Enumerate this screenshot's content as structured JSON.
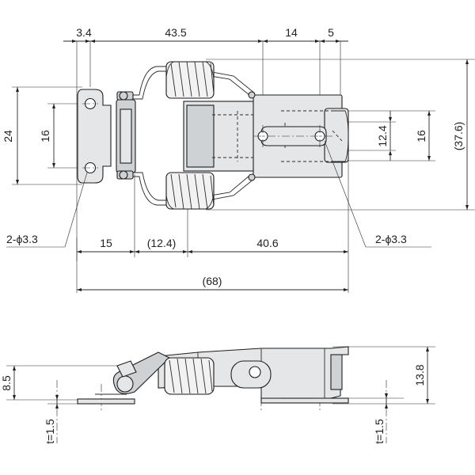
{
  "dimensions": {
    "top_dim_1": "3.4",
    "top_dim_2": "43.5",
    "top_dim_3": "14",
    "top_dim_4": "5",
    "left_height": "24",
    "left_hole_spacing": "16",
    "right_inner": "12.4",
    "right_mid": "16",
    "right_overall": "(37.6)",
    "hole_left": "2-ϕ3.3",
    "hole_right": "2-ϕ3.3",
    "bottom_1": "15",
    "bottom_2": "(12.4)",
    "bottom_3": "40.6",
    "overall_length": "(68)",
    "side_height_low": "8.5",
    "side_height_total": "13.8",
    "thickness_left": "t=1.5",
    "thickness_right": "t=1.5"
  }
}
